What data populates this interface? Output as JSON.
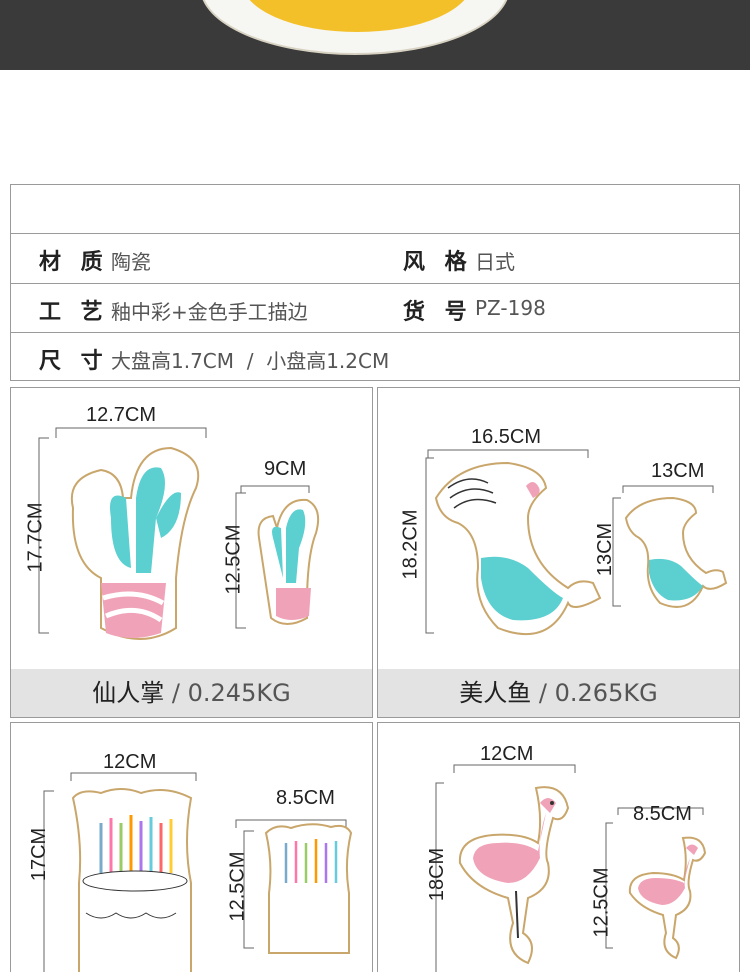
{
  "spec": {
    "material_label": "材 质",
    "material_value": "陶瓷",
    "style_label": "风 格",
    "style_value": "日式",
    "craft_label": "工 艺",
    "craft_value": "釉中彩+金色手工描边",
    "sku_label": "货 号",
    "sku_value": "PZ-198",
    "size_label": "尺 寸",
    "size_value": "大盘高1.7CM  /  小盘高1.2CM"
  },
  "products": [
    {
      "name": "仙人掌",
      "weight": " / 0.245KG",
      "big_w": "12.7CM",
      "big_h": "17.7CM",
      "small_w": "9CM",
      "small_h": "12.5CM"
    },
    {
      "name": "美人鱼",
      "weight": " / 0.265KG",
      "big_w": "16.5CM",
      "big_h": "18.2CM",
      "small_w": "13CM",
      "small_h": "13CM"
    },
    {
      "name": "",
      "weight": "",
      "big_w": "12CM",
      "big_h": "17CM",
      "small_w": "8.5CM",
      "small_h": "12.5CM"
    },
    {
      "name": "",
      "weight": "",
      "big_w": "12CM",
      "big_h": "18CM",
      "small_w": "8.5CM",
      "small_h": "12.5CM"
    }
  ],
  "colors": {
    "cactus": "#5ccfd0",
    "pink": "#f0a3b8",
    "gold": "#c9a66b",
    "caption_bg": "#e3e3e3"
  }
}
